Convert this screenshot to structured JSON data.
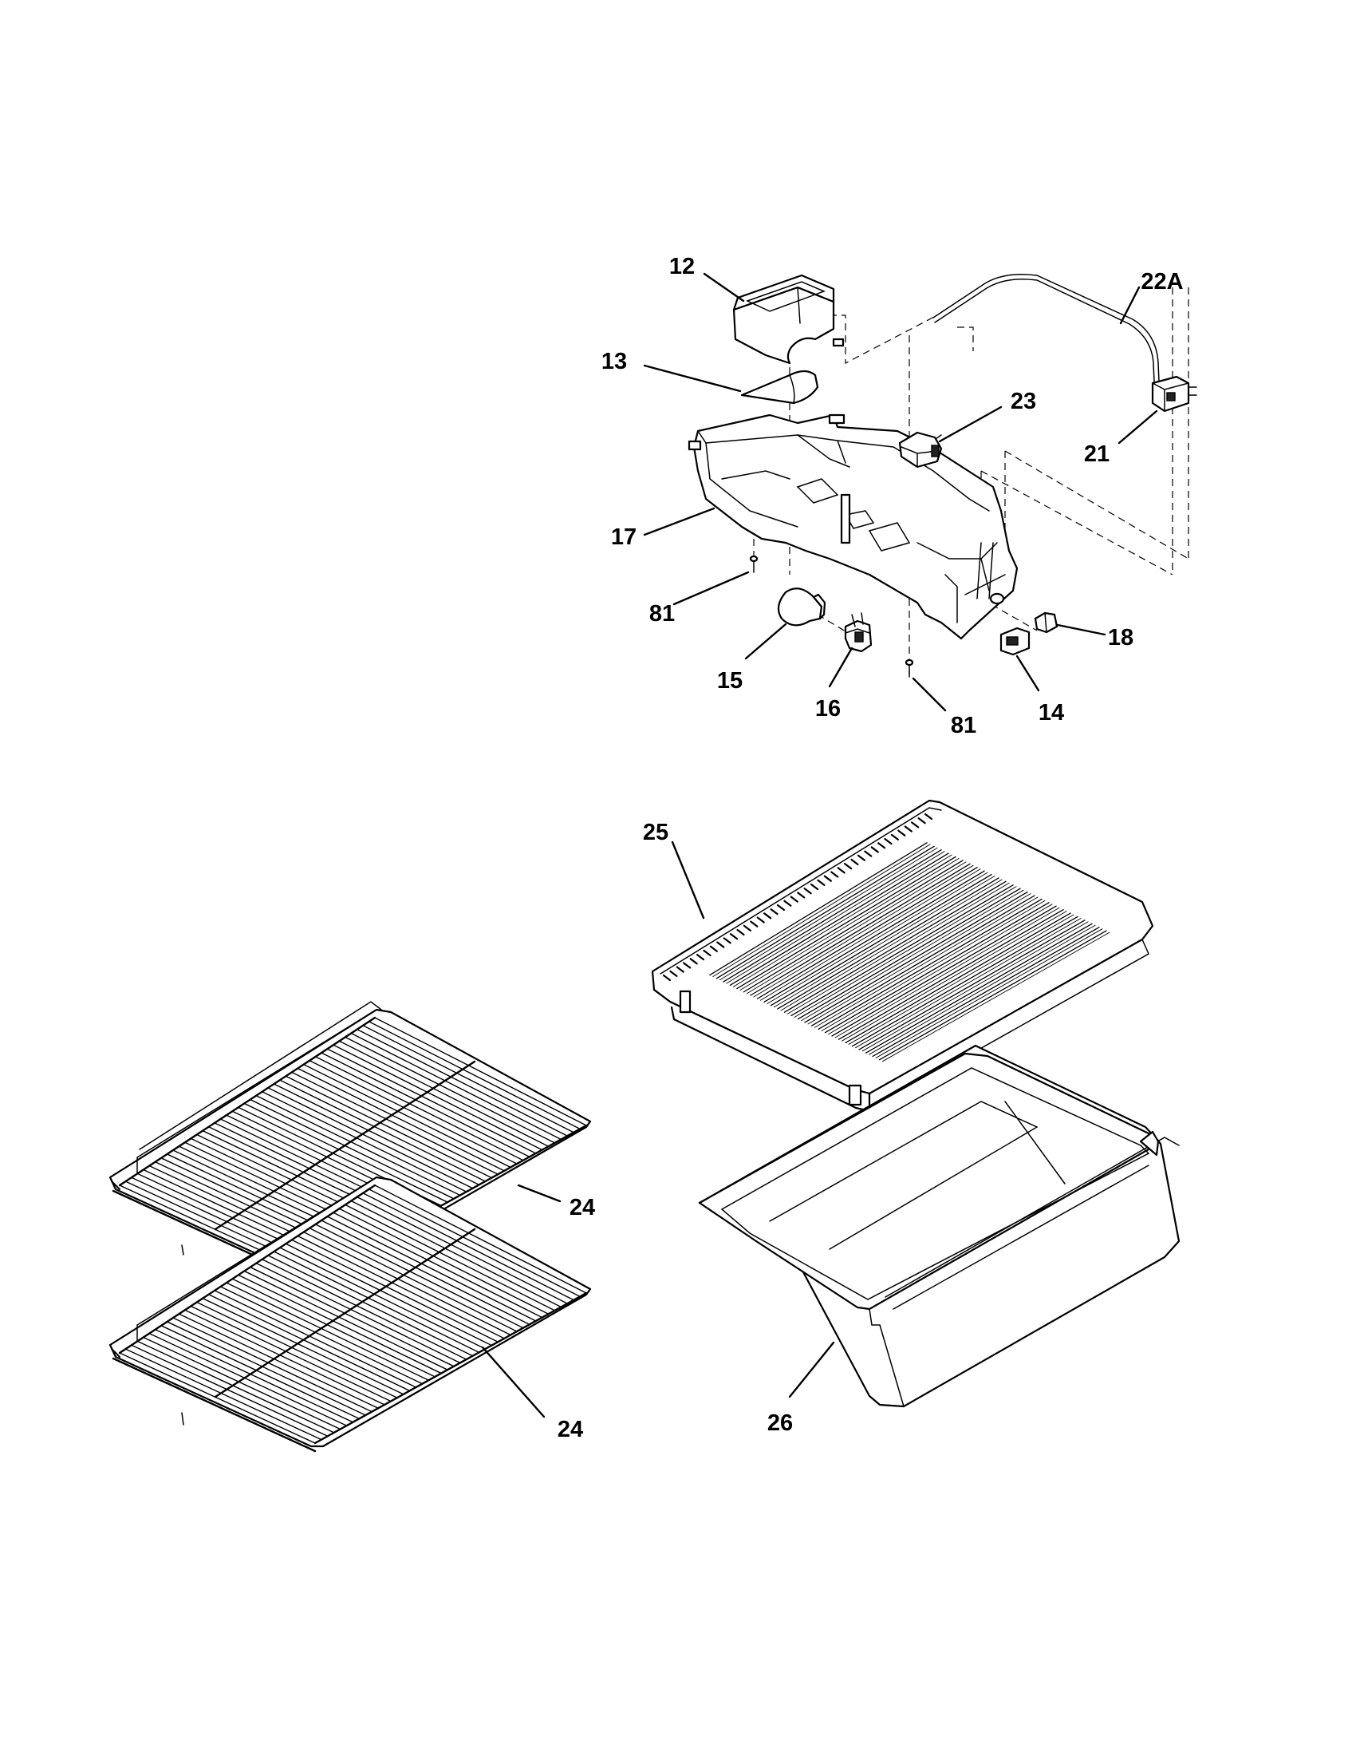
{
  "diagram": {
    "callouts": {
      "c12": "12",
      "c22a": "22A",
      "c13": "13",
      "c23": "23",
      "c21": "21",
      "c17": "17",
      "c81_left": "81",
      "c18": "18",
      "c15": "15",
      "c16": "16",
      "c81_bottom": "81",
      "c14": "14",
      "c25": "25",
      "c24_upper": "24",
      "c24_lower": "24",
      "c26": "26"
    },
    "colors": {
      "line": "#000000",
      "background": "#ffffff",
      "fill": "#ffffff"
    }
  }
}
